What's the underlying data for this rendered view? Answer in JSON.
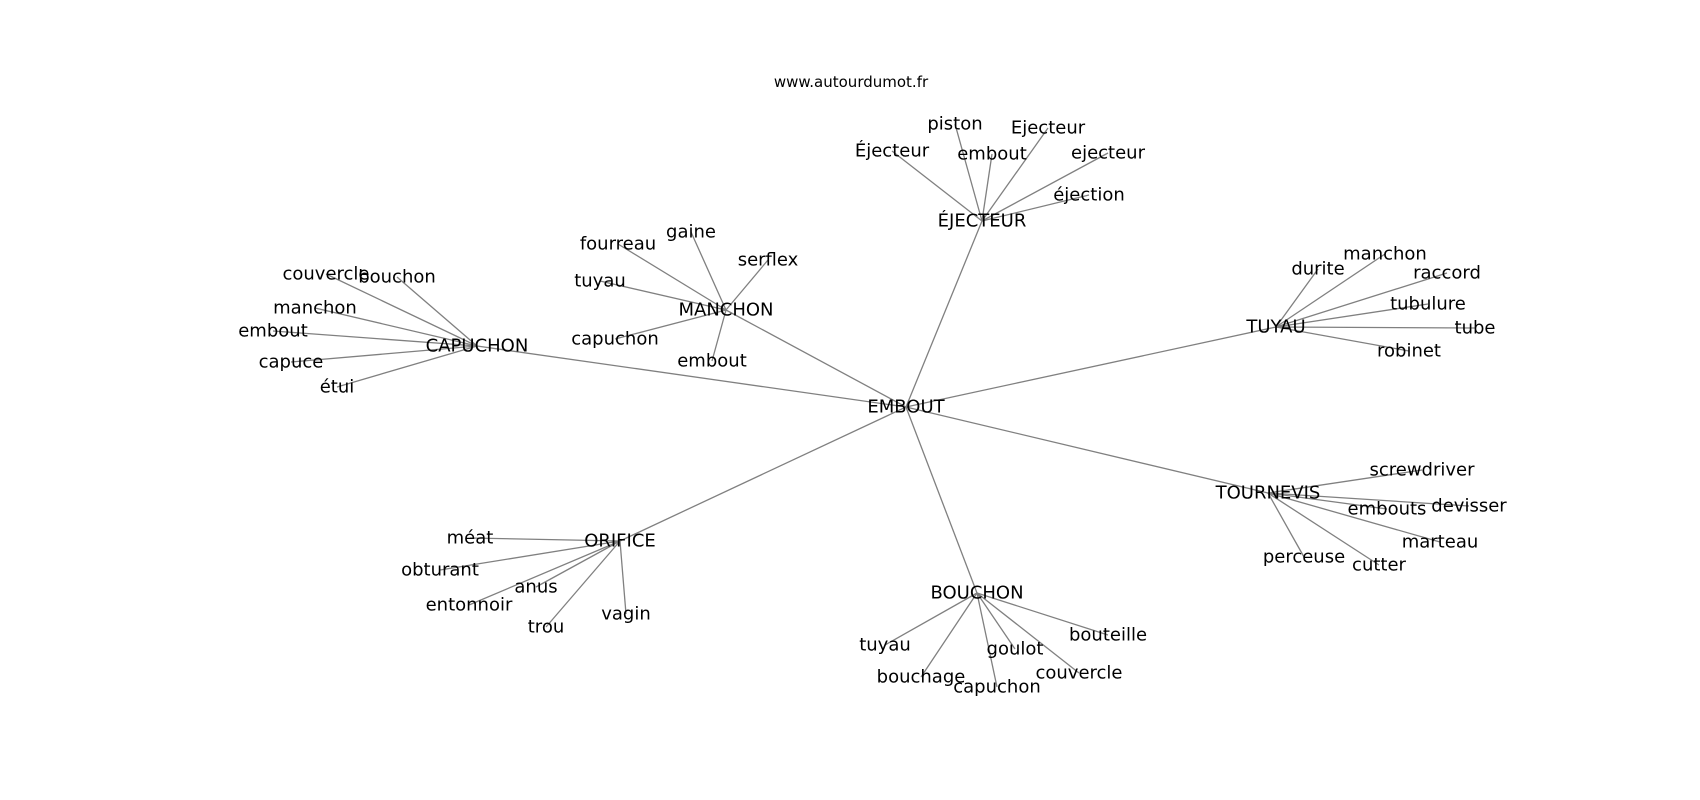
{
  "source": "www.autourdumot.fr",
  "graph": {
    "root": "EMBOUT",
    "clusters": [
      {
        "label": "CAPUCHON",
        "children": [
          "couvercle",
          "bouchon",
          "manchon",
          "embout",
          "capuce",
          "étui"
        ]
      },
      {
        "label": "MANCHON",
        "children": [
          "fourreau",
          "gaine",
          "serflex",
          "tuyau",
          "capuchon",
          "embout"
        ]
      },
      {
        "label": "ÉJECTEUR",
        "children": [
          "piston",
          "Éjecteur",
          "embout",
          "Ejecteur",
          "ejecteur",
          "éjection"
        ]
      },
      {
        "label": "TUYAU",
        "children": [
          "durite",
          "manchon",
          "raccord",
          "tubulure",
          "tube",
          "robinet"
        ]
      },
      {
        "label": "TOURNEVIS",
        "children": [
          "screwdriver",
          "embouts",
          "devisser",
          "marteau",
          "perceuse",
          "cutter"
        ]
      },
      {
        "label": "BOUCHON",
        "children": [
          "tuyau",
          "bouchage",
          "capuchon",
          "goulot",
          "couvercle",
          "bouteille"
        ]
      },
      {
        "label": "ORIFICE",
        "children": [
          "méat",
          "obturant",
          "anus",
          "entonnoir",
          "trou",
          "vagin"
        ]
      }
    ]
  }
}
